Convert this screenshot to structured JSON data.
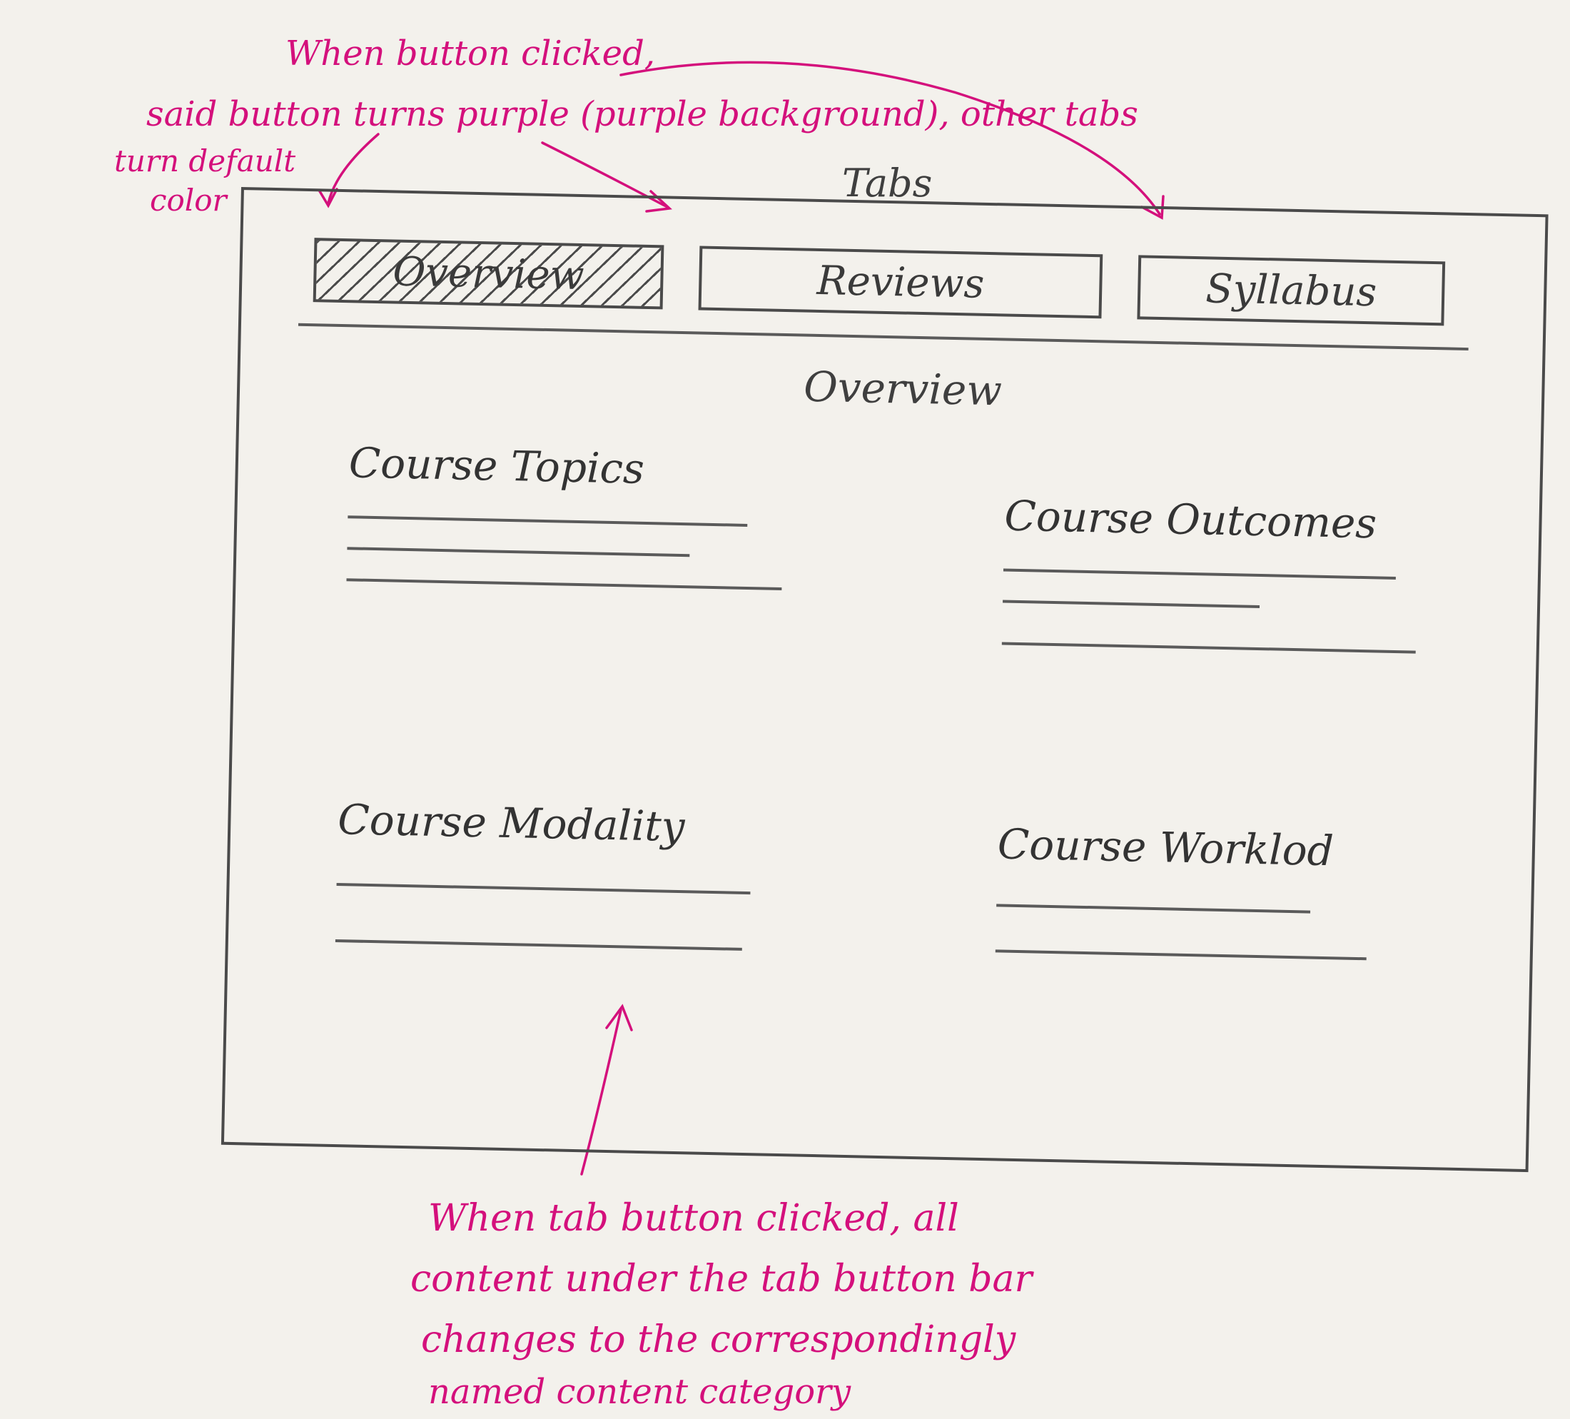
{
  "annotations": {
    "top": [
      "When button clicked,",
      "said button turns purple (purple background), other tabs",
      "turn default",
      "color"
    ],
    "bottom": [
      "When tab button clicked, all",
      "content under the tab button bar",
      "changes to the correspondingly",
      "named content category"
    ]
  },
  "tabs_label": "Tabs",
  "tabs": [
    {
      "label": "Overview",
      "active": true
    },
    {
      "label": "Reviews",
      "active": false
    },
    {
      "label": "Syllabus",
      "active": false
    }
  ],
  "content": {
    "title": "Overview",
    "sections": [
      "Course Topics",
      "Course Outcomes",
      "Course Modality",
      "Course Worklod"
    ]
  },
  "colors": {
    "annotation": "#d4107c",
    "pencil": "#4a4a4a",
    "paper": "#f3f1ec"
  }
}
